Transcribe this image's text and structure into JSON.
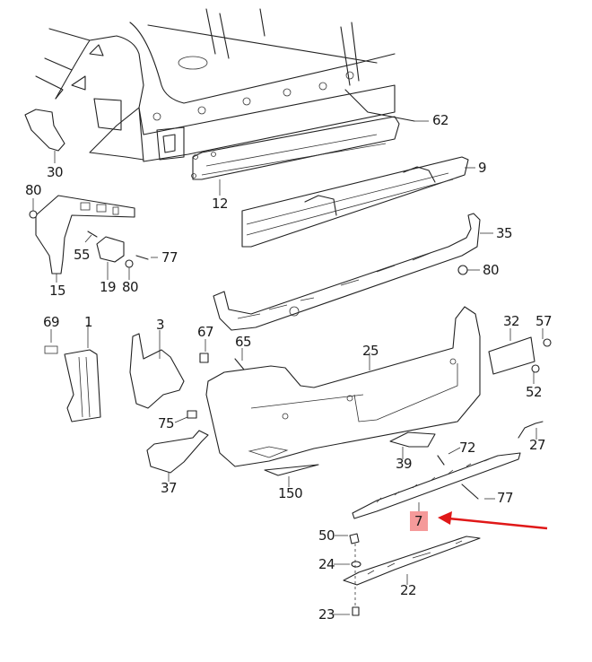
{
  "diagram": {
    "title": "Rear bumper exploded parts diagram",
    "highlight_color": "#f59a9a",
    "arrow_color": "#e01818",
    "highlighted_part": "7",
    "callouts": [
      {
        "id": "30",
        "label": "30"
      },
      {
        "id": "12",
        "label": "12"
      },
      {
        "id": "62",
        "label": "62"
      },
      {
        "id": "9",
        "label": "9"
      },
      {
        "id": "80a",
        "label": "80"
      },
      {
        "id": "55",
        "label": "55"
      },
      {
        "id": "77a",
        "label": "77"
      },
      {
        "id": "15",
        "label": "15"
      },
      {
        "id": "19",
        "label": "19"
      },
      {
        "id": "80b",
        "label": "80"
      },
      {
        "id": "35",
        "label": "35"
      },
      {
        "id": "80c",
        "label": "80"
      },
      {
        "id": "69",
        "label": "69"
      },
      {
        "id": "1",
        "label": "1"
      },
      {
        "id": "3",
        "label": "3"
      },
      {
        "id": "67",
        "label": "67"
      },
      {
        "id": "65",
        "label": "65"
      },
      {
        "id": "25",
        "label": "25"
      },
      {
        "id": "32",
        "label": "32"
      },
      {
        "id": "57",
        "label": "57"
      },
      {
        "id": "52",
        "label": "52"
      },
      {
        "id": "75",
        "label": "75"
      },
      {
        "id": "27",
        "label": "27"
      },
      {
        "id": "72",
        "label": "72"
      },
      {
        "id": "39",
        "label": "39"
      },
      {
        "id": "37",
        "label": "37"
      },
      {
        "id": "150",
        "label": "150"
      },
      {
        "id": "77b",
        "label": "77"
      },
      {
        "id": "7",
        "label": "7"
      },
      {
        "id": "50",
        "label": "50"
      },
      {
        "id": "24",
        "label": "24"
      },
      {
        "id": "22",
        "label": "22"
      },
      {
        "id": "23",
        "label": "23"
      }
    ]
  }
}
